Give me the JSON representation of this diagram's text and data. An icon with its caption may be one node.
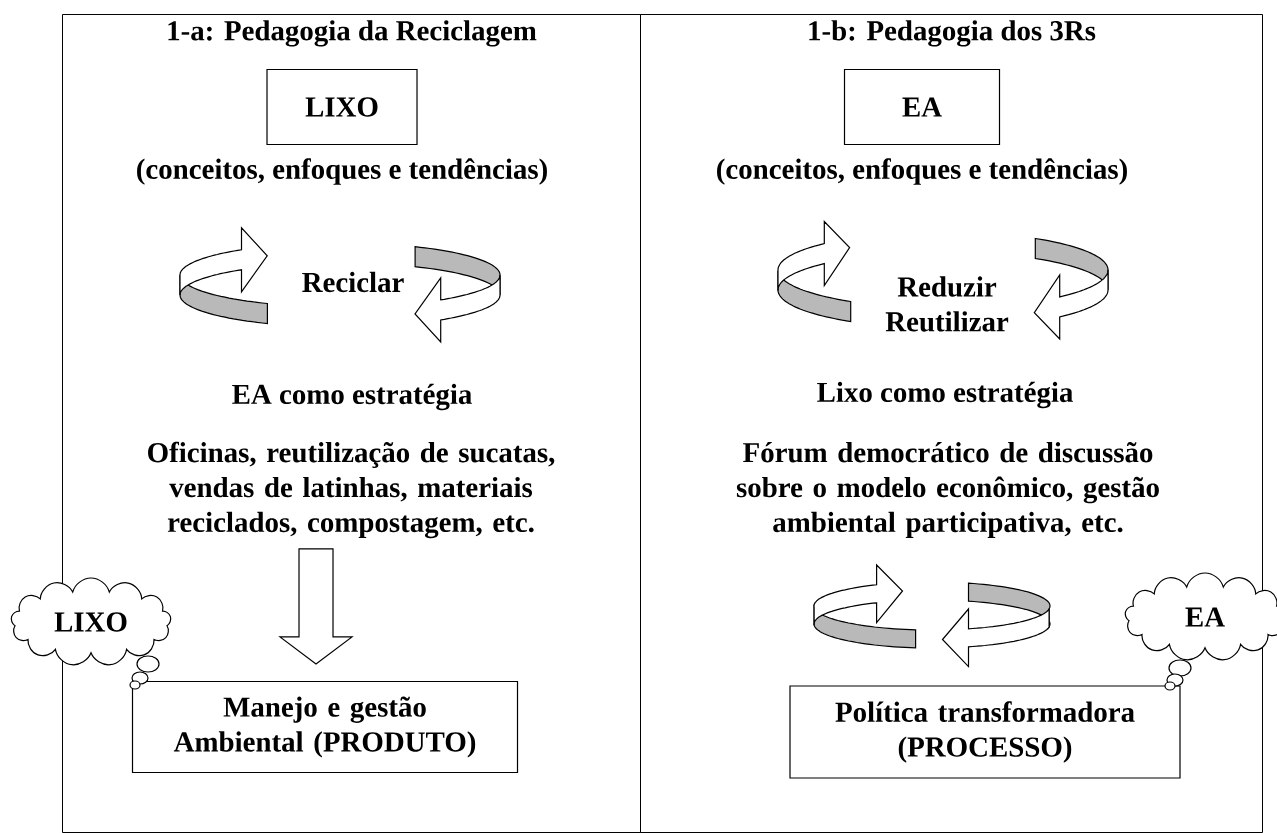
{
  "diagram": {
    "nodes": [
      {
        "text": [
          "1-a: Pedagogia da Reciclagem"
        ]
      },
      {
        "text": [
          "LIXO"
        ],
        "in": 0,
        "beside": [
          "(conceitos, enfoques e tendências)"
        ]
      },
      {
        "text": [
          "Manejo e gestão Ambiental (PRODUTO)"
        ],
        "in": 0
      },
      {
        "text": [
          "1-b: Pedagogia dos 3Rs"
        ]
      },
      {
        "text": [
          "EA"
        ],
        "in": 3,
        "beside": [
          "(conceitos, enfoques e tendências)"
        ]
      },
      {
        "text": [
          "Política transformadora (PROCESSO)"
        ],
        "in": 3
      },
      {
        "text": [
          "LIXO"
        ]
      },
      {
        "text": [
          "EA"
        ]
      }
    ],
    "edges": [
      {
        "from": null,
        "to": 2,
        "arrow": "to"
      }
    ],
    "labels": [
      "Reciclar",
      "EA como estratégia",
      "Oficinas, reutilização de sucatas, vendas de latinhas, materiais reciclados, compostagem, etc.",
      "Reduzir Reutilizar",
      "Lixo como estratégia",
      "Fórum democrático de discussão sobre o modelo econômico, gestão ambiental participativa, etc."
    ]
  }
}
